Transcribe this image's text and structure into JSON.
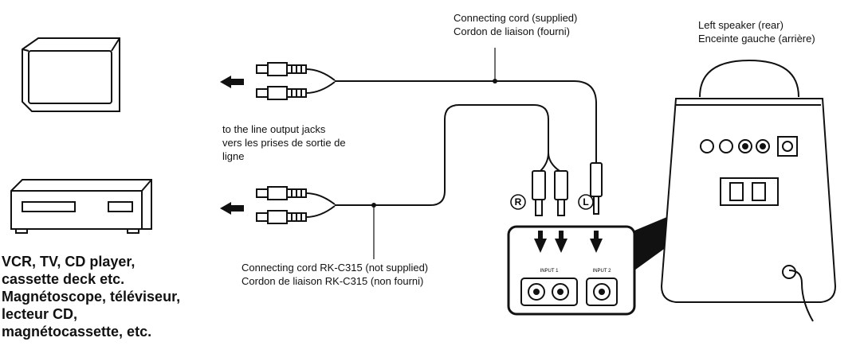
{
  "labels": {
    "cord_supplied": [
      "Connecting cord (supplied)",
      "Cordon de liaison (fourni)"
    ],
    "left_speaker": [
      "Left speaker (rear)",
      "Enceinte gauche (arrière)"
    ],
    "line_output": [
      "to the line output jacks",
      "vers les prises de sortie de",
      "ligne"
    ],
    "cord_not_supplied": [
      "Connecting cord RK-C315 (not supplied)",
      "Cordon de liaison RK-C315 (non fourni)"
    ],
    "devices": [
      "VCR, TV, CD player,",
      "cassette deck etc.",
      "Magnétoscope, téléviseur,",
      "lecteur CD,",
      "magnétocassette, etc."
    ],
    "right_marker": "R",
    "left_marker": "L",
    "panel_input1": "INPUT 1",
    "panel_input2": "INPUT 2"
  }
}
